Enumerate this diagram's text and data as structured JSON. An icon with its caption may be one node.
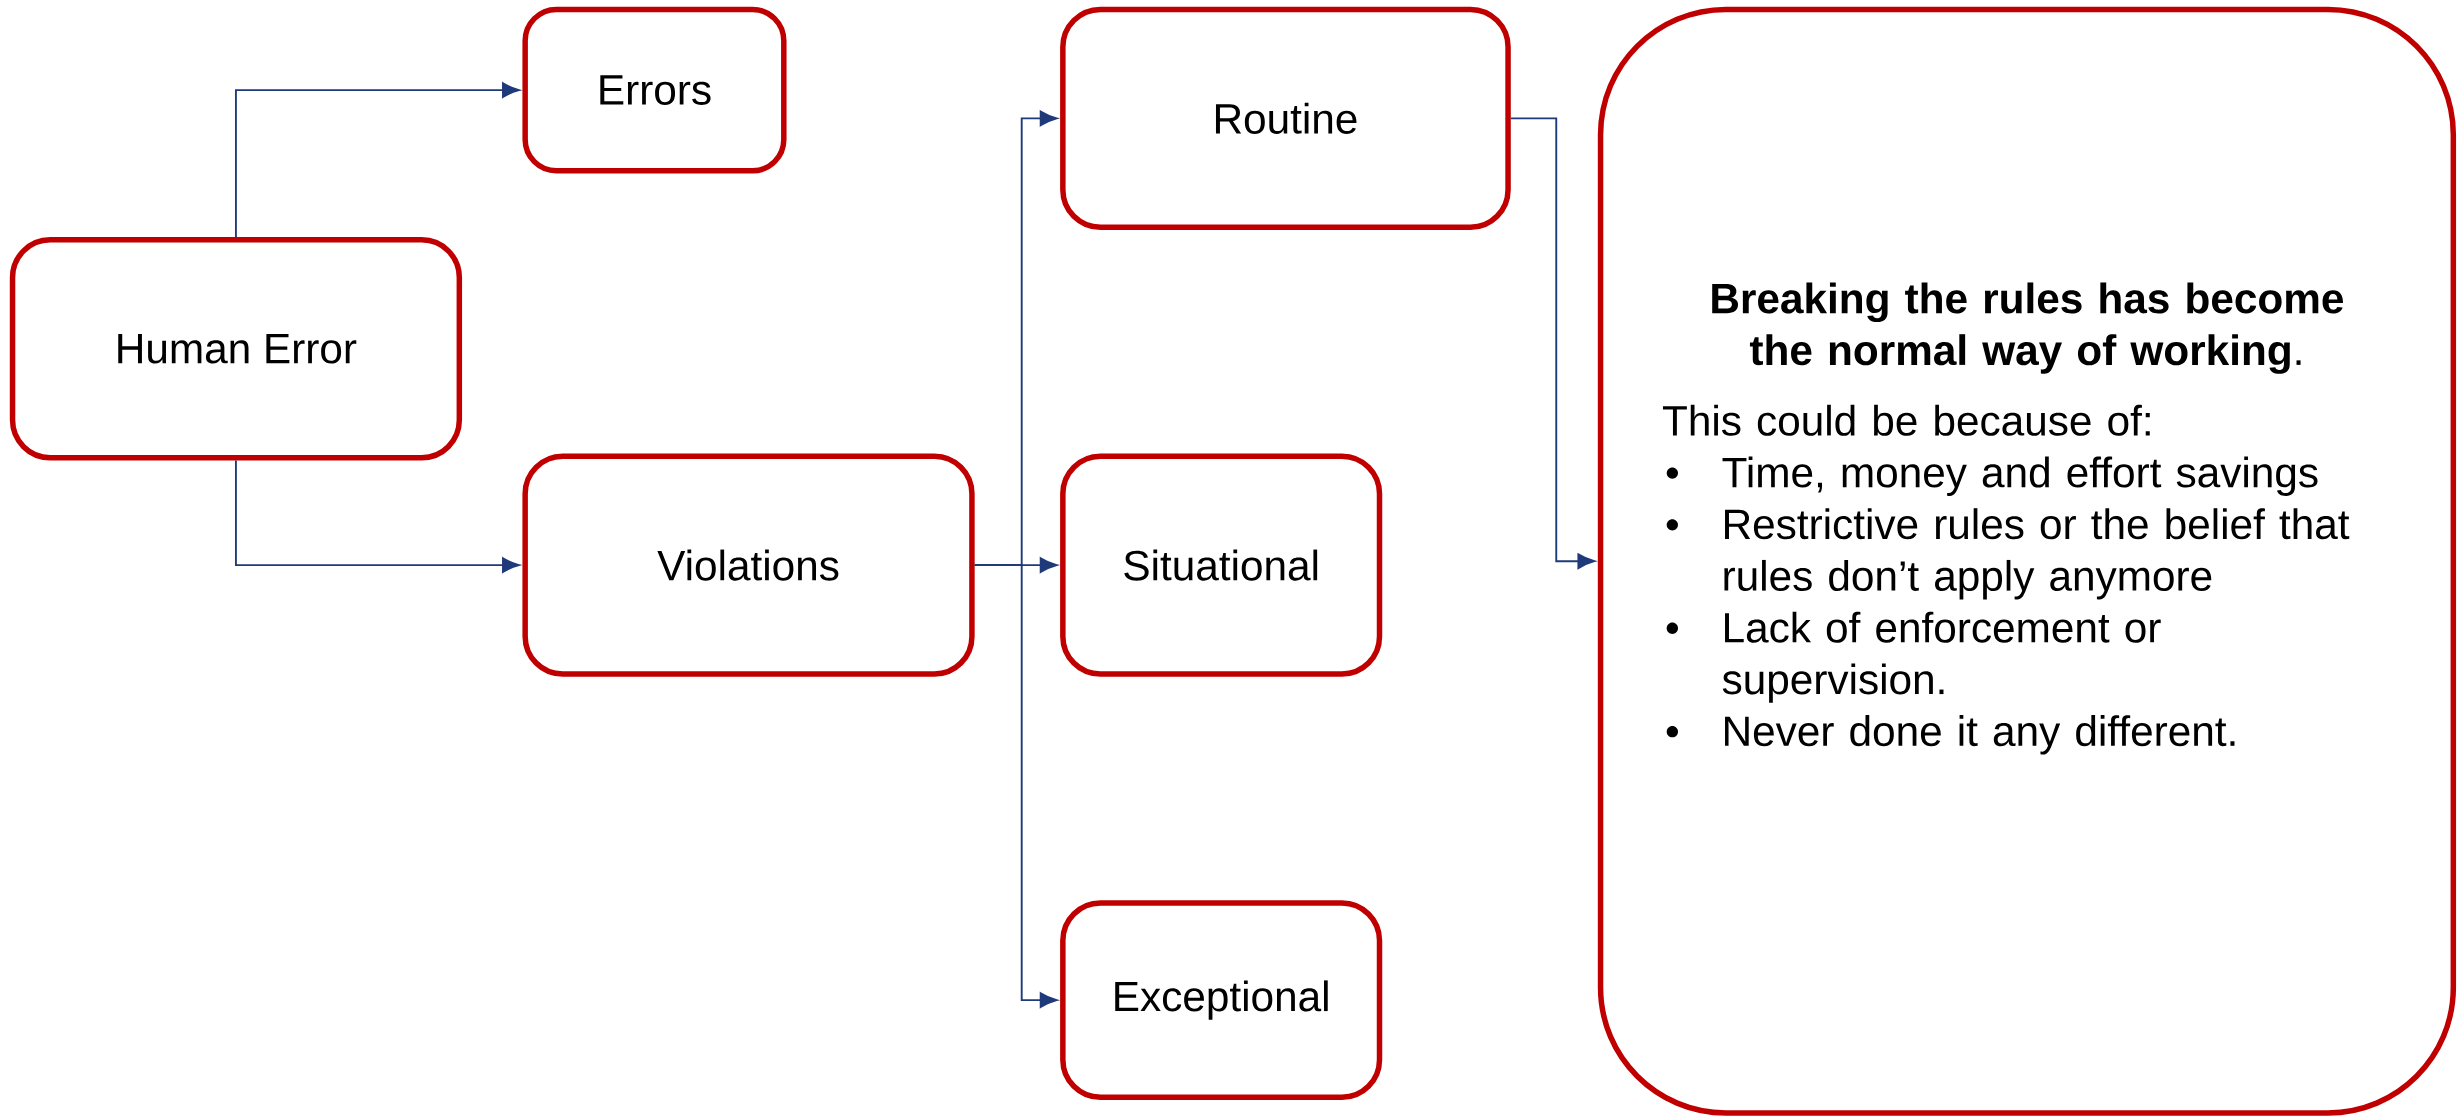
{
  "diagram": {
    "nodes": [
      {
        "text": [
          "Human Error"
        ]
      },
      {
        "text": [
          "Errors"
        ]
      },
      {
        "text": [
          "Violations"
        ]
      },
      {
        "text": [
          "Routine"
        ]
      },
      {
        "text": [
          "Situational"
        ]
      },
      {
        "text": [
          "Exceptional"
        ]
      },
      {
        "text": [
          "**Breaking the rules has become the normal way of working**.",
          "This could be because of:",
          "Time, money and effort savings",
          "Restrictive rules or the belief that rules don’t apply anymore",
          "Lack of enforcement or supervision.",
          "Never done it any different."
        ]
      }
    ],
    "edges": [
      {
        "from": 0,
        "to": 1,
        "arrow": "to"
      },
      {
        "from": 0,
        "to": 2,
        "arrow": "to"
      },
      {
        "from": 2,
        "to": 3,
        "arrow": "to"
      },
      {
        "from": 2,
        "to": 4,
        "arrow": "to"
      },
      {
        "from": 2,
        "to": 5,
        "arrow": "to"
      },
      {
        "from": 3,
        "to": 6,
        "arrow": "to"
      }
    ]
  }
}
